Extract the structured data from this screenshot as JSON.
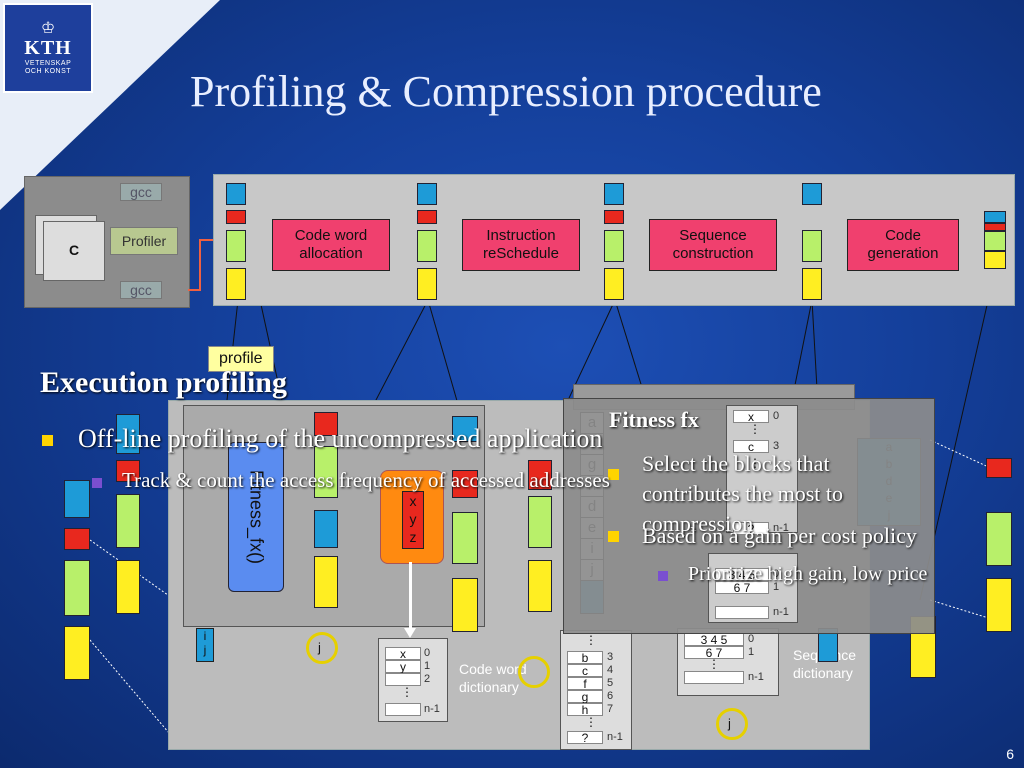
{
  "logo": {
    "crown": "♔",
    "name": "KTH",
    "line1": "VETENSKAP",
    "line2": "OCH KONST"
  },
  "title": "Profiling & Compression procedure",
  "compiler": {
    "source": "C",
    "gcc_top": "gcc",
    "profiler": "Profiler",
    "gcc_bottom": "gcc"
  },
  "pipeline": [
    "Code word allocation",
    "Instruction reSchedule",
    "Sequence construction",
    "Code generation"
  ],
  "profile_note": "profile",
  "slide": {
    "heading": "Execution profiling",
    "bullets": [
      {
        "text": "Off-line profiling of  the uncompressed application",
        "sub": [
          "Track & count the access frequency of accessed addresses"
        ]
      }
    ]
  },
  "fitness_fx_vertical": "Fitness_fx()",
  "xyz": [
    "x",
    "y",
    "z"
  ],
  "fitness_panel": {
    "title": "Fitness fx",
    "bullets": [
      {
        "text": "Select the blocks that contributes the most to compression",
        "sub": []
      },
      {
        "text": "Based on a gain per cost policy",
        "sub": [
          "Prioritize high gain, low price"
        ]
      }
    ]
  },
  "codeword_dict": {
    "rows": [
      "x",
      "y",
      "",
      "⋮",
      ""
    ],
    "indices": [
      "0",
      "1",
      "2",
      "",
      "n-1"
    ],
    "label": "Code word dictionary"
  },
  "code_column": [
    "a",
    "c",
    "g",
    "h",
    "d",
    "e",
    "i",
    "j"
  ],
  "instr_dict": {
    "rows": [
      "⋮",
      "b",
      "c",
      "f",
      "g",
      "h",
      "⋮",
      "?"
    ],
    "indices": [
      "3",
      "4",
      "5",
      "6",
      "7",
      "",
      "n-1"
    ]
  },
  "seq_dict": {
    "rows": [
      "3  4  5",
      "6  7",
      "⋮",
      ""
    ],
    "indices": [
      "0",
      "1",
      "",
      "n-1"
    ],
    "label": "Sequence dictionary"
  },
  "overlay_dict": {
    "rows": [
      "x",
      "⋮",
      "c",
      "⋮",
      "?"
    ],
    "indices": [
      "0",
      "3",
      "n-1"
    ]
  },
  "mini_dict": {
    "rows": [
      "3  4  5",
      "6  7"
    ],
    "indices": [
      "0",
      "1",
      "n-1"
    ]
  },
  "right_list": [
    "a",
    "b",
    "d",
    "e",
    "j"
  ],
  "circled": {
    "i": "i",
    "j": "j"
  },
  "page_number": "6"
}
